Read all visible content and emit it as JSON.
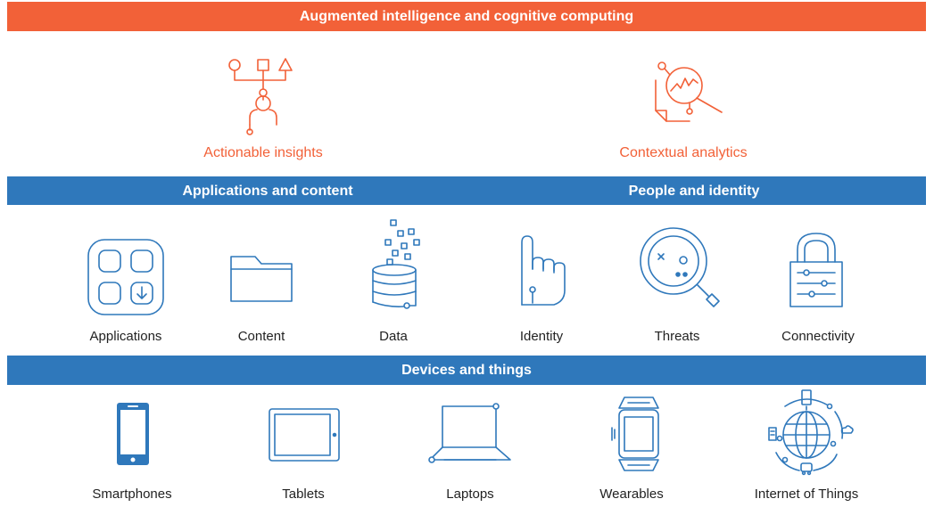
{
  "top_band": {
    "title": "Augmented intelligence and cognitive computing"
  },
  "insights": [
    {
      "label": "Actionable insights"
    },
    {
      "label": "Contextual analytics"
    }
  ],
  "middle_band": {
    "left_title": "Applications and content",
    "right_title": "People and identity"
  },
  "middle_items": [
    {
      "label": "Applications"
    },
    {
      "label": "Content"
    },
    {
      "label": "Data"
    },
    {
      "label": "Identity"
    },
    {
      "label": "Threats"
    },
    {
      "label": "Connectivity"
    }
  ],
  "bottom_band": {
    "title": "Devices and things"
  },
  "bottom_items": [
    {
      "label": "Smartphones"
    },
    {
      "label": "Tablets"
    },
    {
      "label": "Laptops"
    },
    {
      "label": "Wearables"
    },
    {
      "label": "Internet of Things"
    }
  ],
  "colors": {
    "orange": "#f26138",
    "blue": "#2f78bb",
    "text": "#222222"
  }
}
